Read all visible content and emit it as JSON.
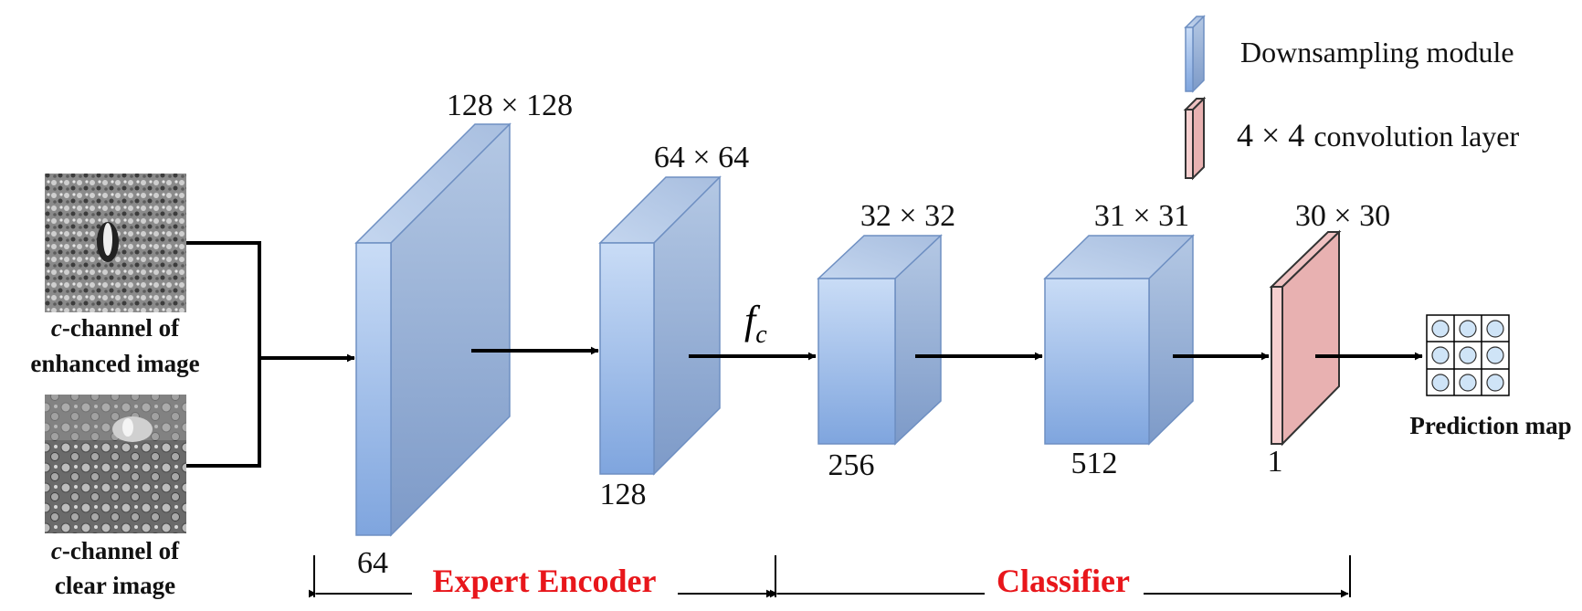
{
  "colors": {
    "downsampling_face": "#a9c6ec",
    "downsampling_side": "#8fa8cf",
    "downsampling_stroke": "#6e8fc2",
    "conv_face": "#f3c3c3",
    "conv_side": "#e6aaaa",
    "conv_stroke": "#333333",
    "section_label": "#e8161b"
  },
  "legend": {
    "downsampling_label": "Downsampling module",
    "conv_prefix": "4 × 4",
    "conv_suffix": "convolution layer"
  },
  "inputs": {
    "enhanced_italic": "c",
    "enhanced_line1": "-channel of",
    "enhanced_line2": "enhanced image",
    "clear_italic": "c",
    "clear_line1": "-channel of",
    "clear_line2": "clear image"
  },
  "blocks": [
    {
      "size": "128 × 128",
      "channels": "64"
    },
    {
      "size": "64 × 64",
      "channels": "128"
    },
    {
      "size": "32 × 32",
      "channels": "256"
    },
    {
      "size": "31 × 31",
      "channels": "512"
    },
    {
      "size": "30 × 30",
      "channels": "1"
    }
  ],
  "feature": {
    "symbol": "f",
    "subscript": "c"
  },
  "output": {
    "label": "Prediction map"
  },
  "sections": {
    "encoder": "Expert Encoder",
    "classifier": "Classifier"
  }
}
